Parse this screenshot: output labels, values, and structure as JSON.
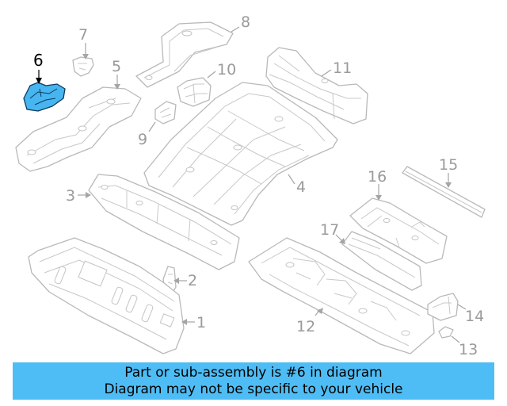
{
  "diagram": {
    "highlighted_part": "6",
    "labels": {
      "p1": "1",
      "p2": "2",
      "p3": "3",
      "p4": "4",
      "p5": "5",
      "p6": "6",
      "p7": "7",
      "p8": "8",
      "p9": "9",
      "p10": "10",
      "p11": "11",
      "p12": "12",
      "p13": "13",
      "p14": "14",
      "p15": "15",
      "p16": "16",
      "p17": "17"
    },
    "colors": {
      "highlight_fill": "#47b5f0",
      "highlight_outline": "#0b3b5c",
      "line_art": "#b9b9b9",
      "label_text": "#9a9a9a",
      "banner": "#4fbdf5"
    }
  },
  "footer": {
    "line1": "Part or sub-assembly is #6 in diagram",
    "line2": "Diagram may not be specific to your vehicle"
  }
}
